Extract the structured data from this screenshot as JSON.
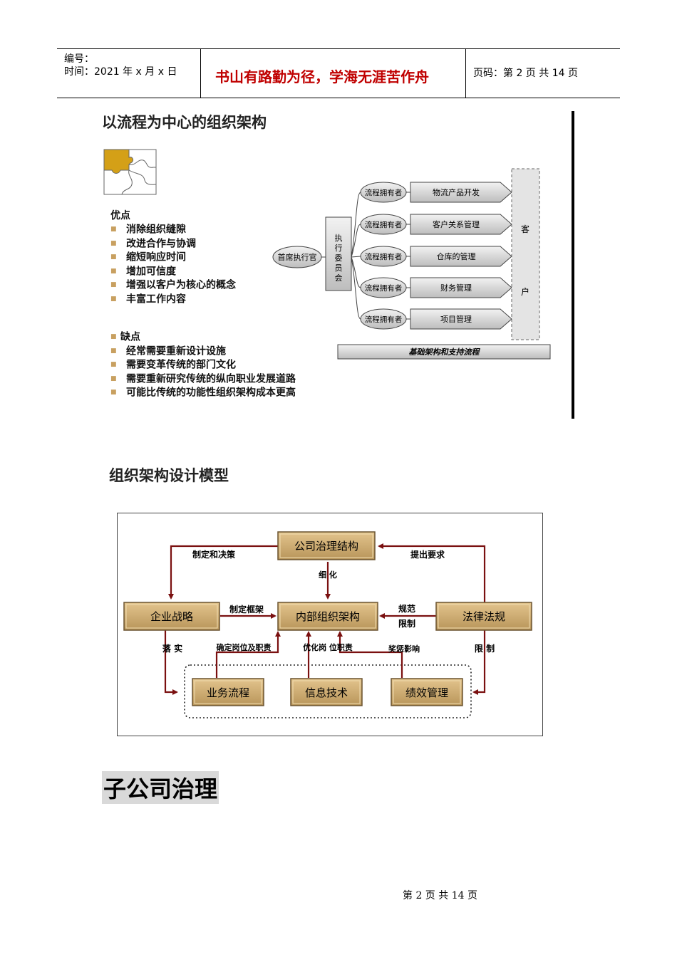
{
  "header": {
    "number_label": "编号：",
    "time_label": "时间：2021 年 x 月 x 日",
    "motto": "书山有路勤为径，学海无涯苦作舟",
    "page_label": "页码：第 2 页  共 14 页"
  },
  "section1": {
    "title": "以流程为中心的组织架构",
    "pros_title": "优点",
    "pros": [
      "消除组织缝隙",
      "改进合作与协调",
      "缩短响应时间",
      "增加可信度",
      "增强以客户为核心的概念",
      "丰富工作内容"
    ],
    "cons_title": "缺点",
    "cons": [
      "经常需要重新设计设施",
      "需要变革传统的部门文化",
      "需要重新研究传统的纵向职业发展道路",
      "可能比传统的功能性组织架构成本更高"
    ],
    "diagram": {
      "ceo": "首席执行官",
      "committee_chars": [
        "执",
        "行",
        "委",
        "员",
        "会"
      ],
      "owner_label": "流程拥有者",
      "processes": [
        "物流产品开发",
        "客户关系管理",
        "仓库的管理",
        "财务管理",
        "项目管理"
      ],
      "customer_chars": [
        "客",
        "户"
      ],
      "base": "基础架构和支持流程"
    }
  },
  "section2": {
    "title": "组织架构设计模型",
    "boxes": {
      "governance": "公司治理结构",
      "strategy": "企业战略",
      "internal": "内部组织架构",
      "law": "法律法规",
      "process": "业务流程",
      "it": "信息技术",
      "performance": "绩效管理"
    },
    "labels": {
      "decide": "制定和决策",
      "require": "提出要求",
      "refine": "细   化",
      "framework": "制定框架",
      "norm": "规范",
      "limit1": "限制",
      "implement": "落   实",
      "define_post": "确定岗位及职责",
      "optimize": "优化岗  位职责",
      "reward": "奖惩影响",
      "limit2": "限  制"
    }
  },
  "section3": {
    "title": "子公司治理"
  },
  "footer": {
    "page": "第  2  页  共  14  页"
  },
  "colors": {
    "motto": "#c00000",
    "arrow": "#7a1010",
    "box": "#c9a66b",
    "puzzle": "#d4a017"
  }
}
